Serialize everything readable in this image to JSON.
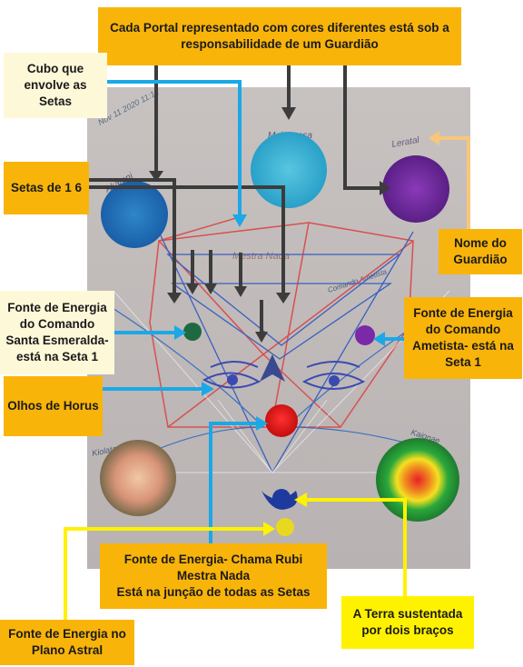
{
  "colors": {
    "label_orange": "#f9b40a",
    "label_cream": "#fdf8d8",
    "label_yellow": "#fff200",
    "arrow_dark": "#3c3c3c",
    "arrow_blue": "#1ba8e6",
    "arrow_yellow": "#fff200",
    "arrow_peach": "#f8c77a"
  },
  "labels": {
    "portal": "Cada Portal representado com cores diferentes está sob a responsabilidade de um Guardião",
    "cubo": "Cubo que envolve as Setas",
    "setas": "Setas de 1  6",
    "guardiao": "Nome do Guardião",
    "esmeralda": "Fonte de Energia do Comando Santa Esmeralda- está na Seta 1",
    "ametista": "Fonte de Energia do Comando Ametista- está na Seta 1",
    "horus": "Olhos de Horus",
    "rubi": "Fonte de Energia- Chama Rubi\nMestra Nada\nEstá na junção de todas as Setas",
    "terra": "A Terra sustentada por dois braços",
    "astral": "Fonte de Energia no Plano Astral"
  },
  "drawing": {
    "date": "Nov 11 2020 11:11",
    "names": [
      "Akatoni",
      "Maionensa",
      "Leratal",
      "Kiolatan",
      "Kaionae"
    ],
    "center_text": "Mestra Nada",
    "arrow_text": "Comando Ametista"
  }
}
